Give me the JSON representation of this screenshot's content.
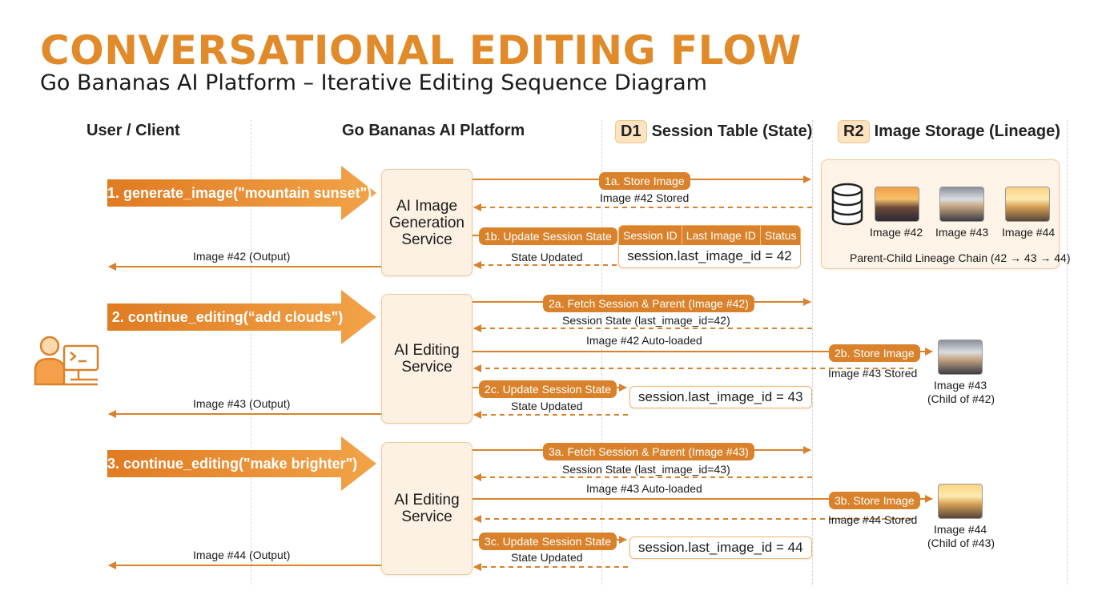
{
  "header": {
    "title": "CONVERSATIONAL EDITING FLOW",
    "subtitle": "Go Bananas AI Platform – Iterative Editing Sequence Diagram"
  },
  "columns": {
    "user": "User / Client",
    "platform": "Go Bananas AI Platform",
    "d1_tag": "D1",
    "d1_label": "Session Table (State)",
    "r2_tag": "R2",
    "r2_label": "Image Storage (Lineage)"
  },
  "step1": {
    "request": "1. generate_image(\"mountain sunset\")",
    "service": "AI Image Generation Service",
    "store": "1a. Store Image",
    "stored": "Image #42 Stored",
    "update": "1b. Update Session State",
    "updated": "State Updated",
    "output": "Image #42 (Output)",
    "table_headers": [
      "Session ID",
      "Last Image ID",
      "Status"
    ],
    "state": "session.last_image_id = 42"
  },
  "storage": {
    "images": [
      "Image #42",
      "Image #43",
      "Image #44"
    ],
    "chain": "Parent-Child Lineage Chain (42 → 43 → 44)"
  },
  "step2": {
    "request": "2. continue_editing(“add clouds\")",
    "service": "AI Editing Service",
    "fetch": "2a. Fetch Session & Parent (Image #42)",
    "session_state": "Session State (last_image_id=42)",
    "autoload": "Image #42 Auto-loaded",
    "store": "2b. Store Image",
    "stored": "Image #43 Stored",
    "update": "2c. Update Session State",
    "updated": "State Updated",
    "state": "session.last_image_id = 43",
    "output": "Image #43 (Output)",
    "child_name": "Image #43",
    "child_of": "(Child of #42)"
  },
  "step3": {
    "request": "3. continue_editing(\"make brighter\")",
    "service": "AI Editing Service",
    "fetch": "3a. Fetch Session & Parent (Image #43)",
    "session_state": "Session State (last_image_id=43)",
    "autoload": "Image #43 Auto-loaded",
    "store": "3b. Store Image",
    "stored": "Image #44 Stored",
    "update": "3c. Update Session State",
    "updated": "State Updated",
    "state": "session.last_image_id = 44",
    "output": "Image #44 (Output)",
    "child_name": "Image #44",
    "child_of": "(Child of #43)"
  },
  "icons": {
    "user": "user-at-computer-icon",
    "database": "database-icon"
  },
  "colors": {
    "accent": "#e08a2a",
    "arrow": "#d9822b",
    "panel": "#fdf1e3"
  }
}
